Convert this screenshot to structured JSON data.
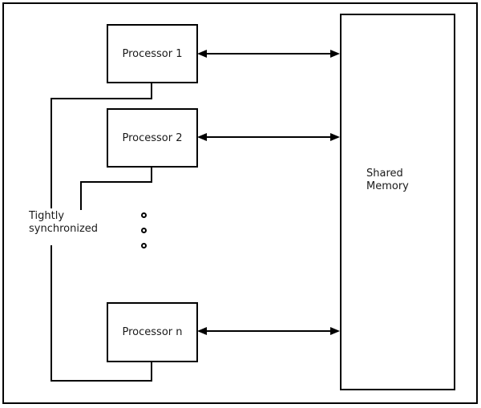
{
  "diagram": {
    "processors": [
      {
        "label": "Processor 1"
      },
      {
        "label": "Processor 2"
      },
      {
        "label": "Processor n"
      }
    ],
    "shared_memory_label": "Shared Memory",
    "sync_label": "Tightly synchronized",
    "ellipsis_dots": 3,
    "connections": [
      {
        "from": "Processor 1",
        "to": "Shared Memory",
        "style": "double-headed-arrow"
      },
      {
        "from": "Processor 2",
        "to": "Shared Memory",
        "style": "double-headed-arrow"
      },
      {
        "from": "Processor n",
        "to": "Shared Memory",
        "style": "double-headed-arrow"
      },
      {
        "from": "Processor 1",
        "to": "Tightly synchronized",
        "style": "elbow-line"
      },
      {
        "from": "Processor 2",
        "to": "Tightly synchronized",
        "style": "elbow-line"
      },
      {
        "from": "Processor n",
        "to": "Tightly synchronized",
        "style": "elbow-line"
      }
    ],
    "colors": {
      "line": "#000000",
      "background": "#ffffff",
      "text": "#1a1a1a"
    }
  }
}
